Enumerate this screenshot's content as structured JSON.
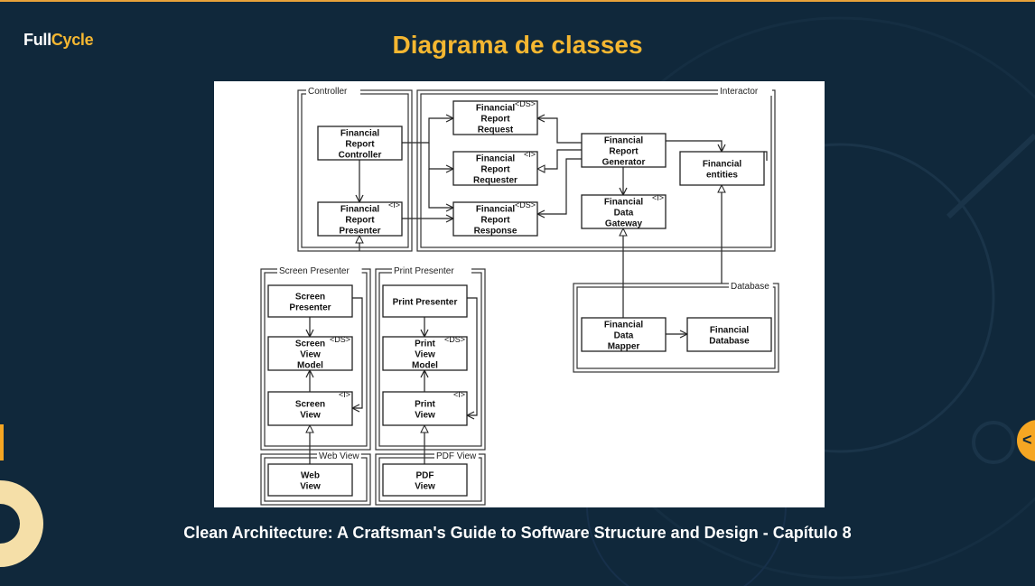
{
  "logo": {
    "part1": "Full",
    "part2": "Cycle"
  },
  "title": "Diagrama de classes",
  "caption": "Clean Architecture: A Craftsman's Guide to Software Structure and Design - Capítulo 8",
  "side_button": {
    "icon": "chevron-left-icon",
    "glyph": "<"
  },
  "diagram": {
    "groups": {
      "controller": "Controller",
      "interactor": "Interactor",
      "screen_presenter": "Screen Presenter",
      "print_presenter": "Print Presenter",
      "database": "Database",
      "web_view": "Web View",
      "pdf_view": "PDF View"
    },
    "stereotypes": {
      "ds": "<DS>",
      "i": "<I>"
    },
    "classes": {
      "frc": [
        "Financial",
        "Report",
        "Controller"
      ],
      "frp": [
        "Financial",
        "Report",
        "Presenter"
      ],
      "frreq": [
        "Financial",
        "Report",
        "Request"
      ],
      "frreqr": [
        "Financial",
        "Report",
        "Requester"
      ],
      "frresp": [
        "Financial",
        "Report",
        "Response"
      ],
      "frg": [
        "Financial",
        "Report",
        "Generator"
      ],
      "fe": [
        "Financial",
        "entities"
      ],
      "fdg": [
        "Financial",
        "Data",
        "Gateway"
      ],
      "sp": [
        "Screen",
        "Presenter"
      ],
      "svm": [
        "Screen",
        "View",
        "Model"
      ],
      "sv": [
        "Screen",
        "View"
      ],
      "pp": [
        "Print Presenter"
      ],
      "pvm": [
        "Print",
        "View",
        "Model"
      ],
      "pv": [
        "Print",
        "View"
      ],
      "wv": [
        "Web",
        "View"
      ],
      "pdfv": [
        "PDF",
        "View"
      ],
      "fdm": [
        "Financial",
        "Data",
        "Mapper"
      ],
      "fdb": [
        "Financial",
        "Database"
      ]
    }
  },
  "colors": {
    "background": "#10283b",
    "accent": "#f5b731",
    "text": "#ffffff"
  }
}
